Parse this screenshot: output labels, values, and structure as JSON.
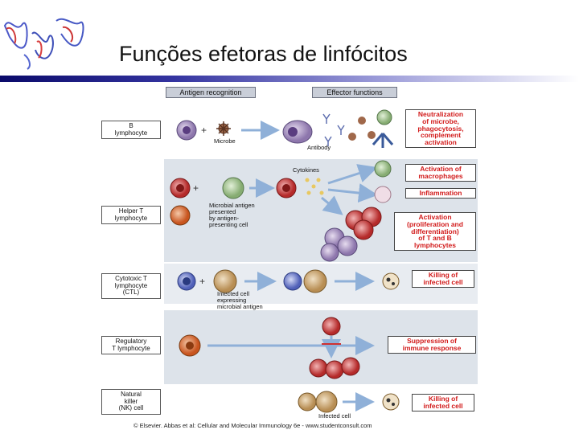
{
  "slide": {
    "title": "Funções efetoras de linfócitos"
  },
  "figure": {
    "headers": {
      "recognition": "Antigen recognition",
      "effector": "Effector functions"
    },
    "cell_types": {
      "b": "B\nlymphocyte",
      "helper": "Helper T\nlymphocyte",
      "ctl": "Cytotoxic T\nlymphocyte\n(CTL)",
      "treg": "Regulatory\nT lymphocyte",
      "nk": "Natural\nkiller\n(NK) cell"
    },
    "annotations": {
      "microbe": "Microbe",
      "antibody": "Antibody",
      "cytokines": "Cytokines",
      "apc": "Microbial antigen\npresented\nby antigen-\npresenting cell",
      "infected_expressing": "Infected cell\nexpressing\nmicrobial antigen",
      "infected_cell": "Infected cell"
    },
    "effects": {
      "neutralization": "Neutralization\nof microbe,\nphagocytosis,\ncomplement\nactivation",
      "macrophages": "Activation of\nmacrophages",
      "inflammation": "Inflammation",
      "activation": "Activation\n(proliferation and\ndifferentiation)\nof T and B\nlymphocytes",
      "killing_ctl": "Killing of\ninfected cell",
      "suppression": "Suppression of\nimmune response",
      "killing_nk": "Killing of\ninfected cell"
    },
    "credit": "© Elsevier. Abbas et al: Cellular and Molecular Immunology 6e - www.studentconsult.com",
    "colors": {
      "effect_text": "#d21a1a",
      "panel_band": "#dde3ea",
      "arrow": "#8fb0d8",
      "b_cell": "#a894c0",
      "helper_cell": "#c43a3a",
      "ctl_cell": "#6a78c8",
      "treg_cell": "#d36a3a",
      "nk_cell": "#c8a070",
      "macrophage": "#9cc08a"
    }
  }
}
